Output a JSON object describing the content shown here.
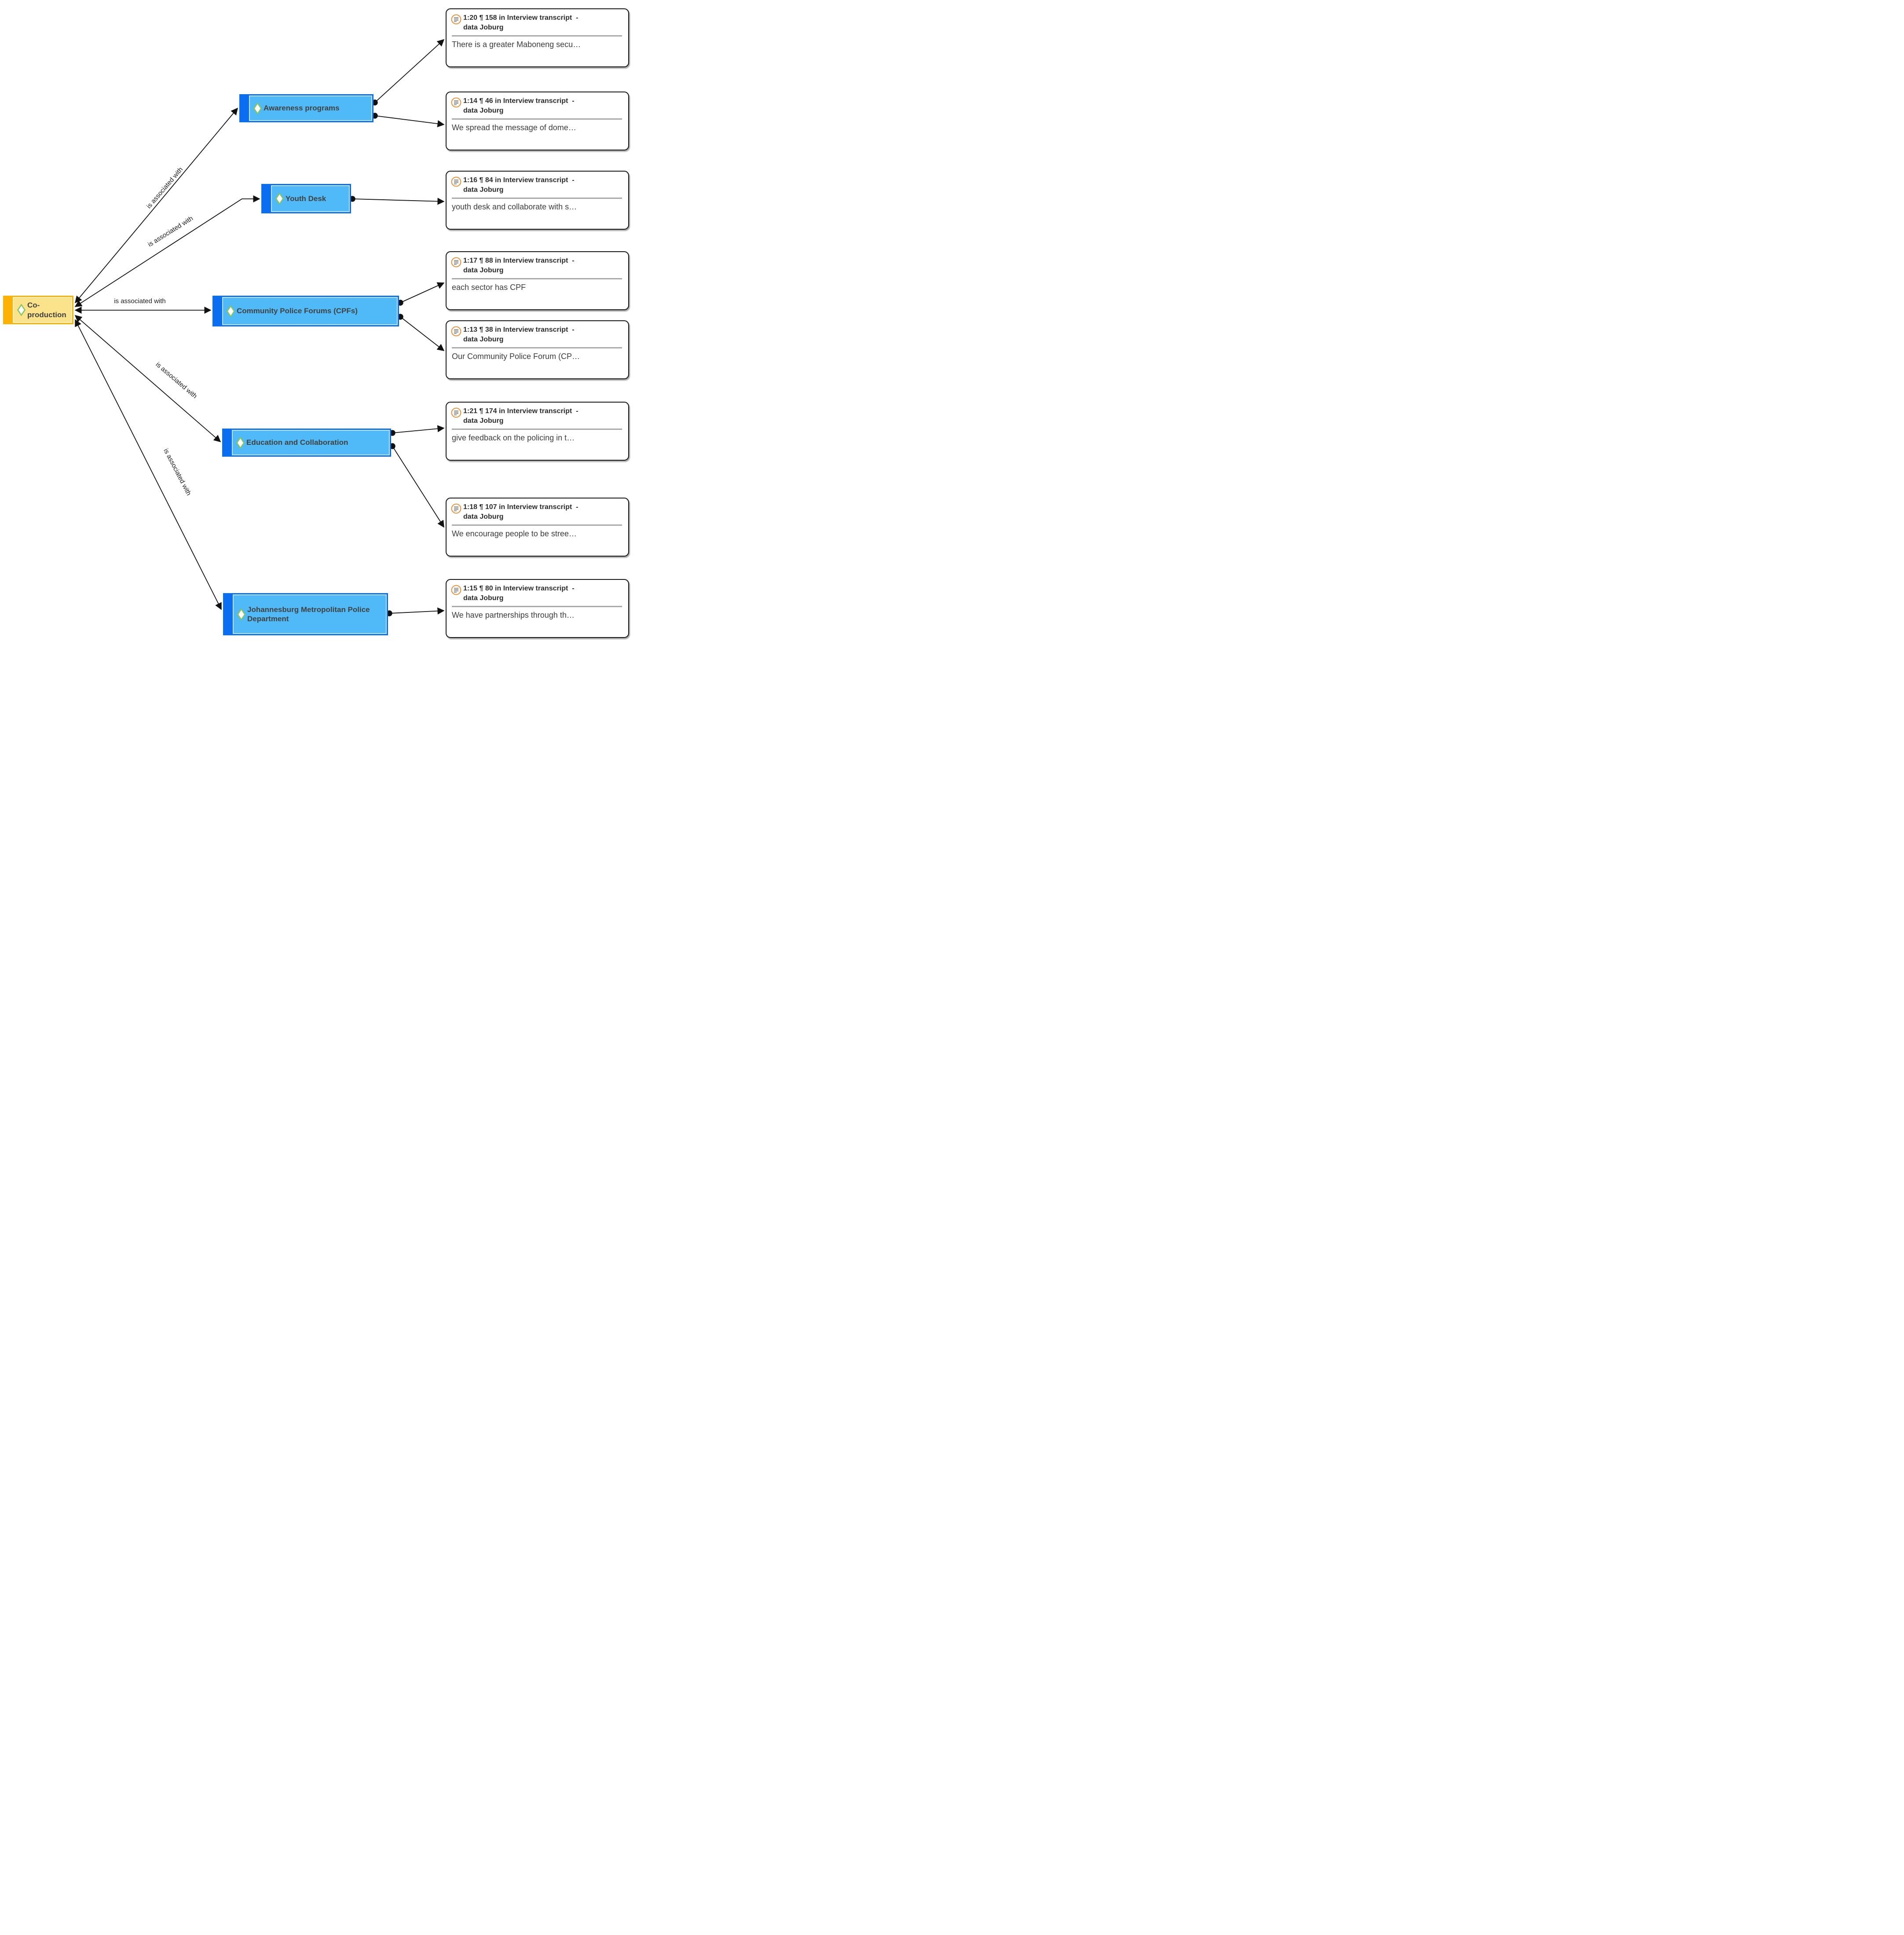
{
  "relation_label": "is associated with",
  "nodes": {
    "central": {
      "label": "Co-production"
    },
    "codes": [
      {
        "label": "Awareness programs"
      },
      {
        "label": "Youth Desk"
      },
      {
        "label": "Community Police Forums (CPFs)"
      },
      {
        "label": "Education and Collaboration"
      },
      {
        "label": "Johannesburg Metropolitan Police Department"
      }
    ]
  },
  "quotations": [
    {
      "line1": "1:20 ¶ 158 in Interview transcript  -",
      "line2": "data Joburg",
      "preview": "There is a greater Maboneng secu…"
    },
    {
      "line1": "1:14 ¶ 46 in Interview transcript  -",
      "line2": "data Joburg",
      "preview": "We spread the message of dome…"
    },
    {
      "line1": "1:16 ¶ 84 in Interview transcript  -",
      "line2": "data Joburg",
      "preview": "youth desk and collaborate with s…"
    },
    {
      "line1": "1:17 ¶ 88 in Interview transcript  -",
      "line2": "data Joburg",
      "preview": "each sector has CPF"
    },
    {
      "line1": "1:13 ¶ 38 in Interview transcript  -",
      "line2": "data Joburg",
      "preview": "Our Community Police Forum (CP…"
    },
    {
      "line1": "1:21 ¶ 174 in Interview transcript  -",
      "line2": "data Joburg",
      "preview": "give feedback on the policing in t…"
    },
    {
      "line1": "1:18 ¶ 107 in Interview transcript  -",
      "line2": "data Joburg",
      "preview": "We encourage people to be stree…"
    },
    {
      "line1": "1:15 ¶ 80 in Interview transcript  -",
      "line2": "data Joburg",
      "preview": "We have partnerships through th…"
    }
  ],
  "colors": {
    "code_fill": "#4fbaf7",
    "code_stripe": "#0b6ef0",
    "central_fill": "#fae38b",
    "central_stripe": "#fcb105",
    "diamond_stroke": "#85c45f",
    "quote_icon_ring": "#e2923d",
    "edge": "#111111"
  }
}
